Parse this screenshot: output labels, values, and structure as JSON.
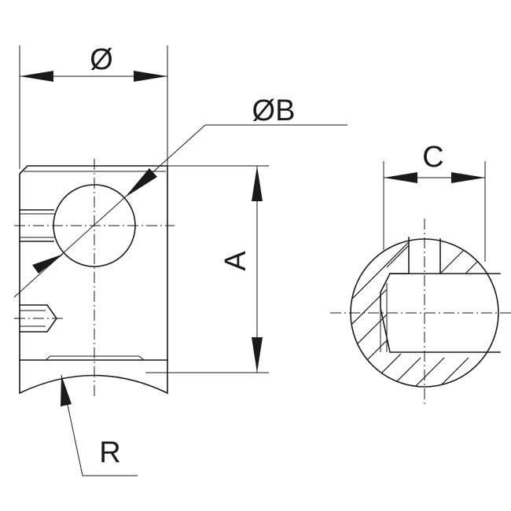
{
  "labels": {
    "diameter": "Ø",
    "hole_diameter": "ØB",
    "height": "A",
    "slot_width": "C",
    "radius": "R"
  },
  "colors": {
    "line": "#1a1a1a",
    "background": "#ffffff"
  }
}
